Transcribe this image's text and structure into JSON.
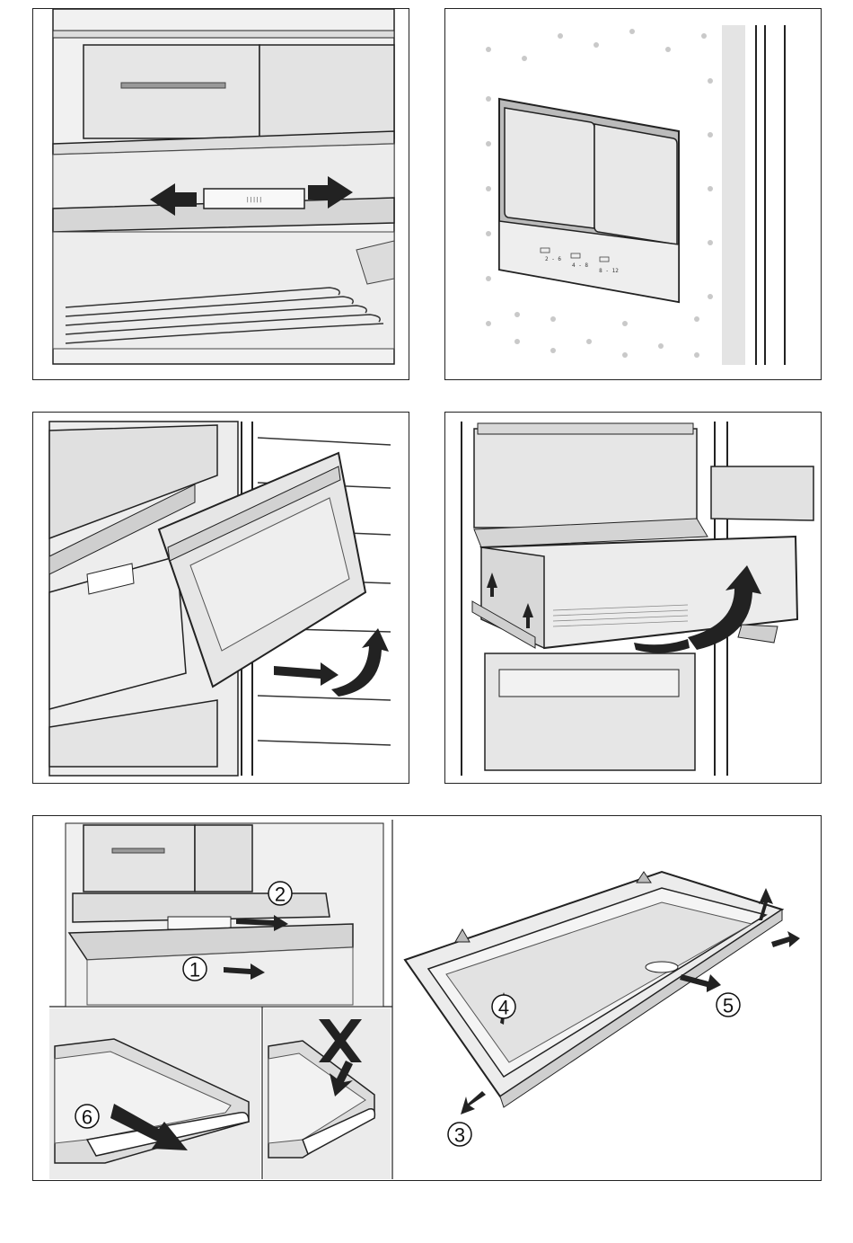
{
  "figure": {
    "callouts": [
      "1",
      "2",
      "3",
      "4",
      "5",
      "6"
    ],
    "control_panel_text": {
      "row1_left": "2 - 6",
      "row2_left": "4 - 8",
      "row2_right": "8 - 12"
    },
    "slider_text": "|||||"
  }
}
